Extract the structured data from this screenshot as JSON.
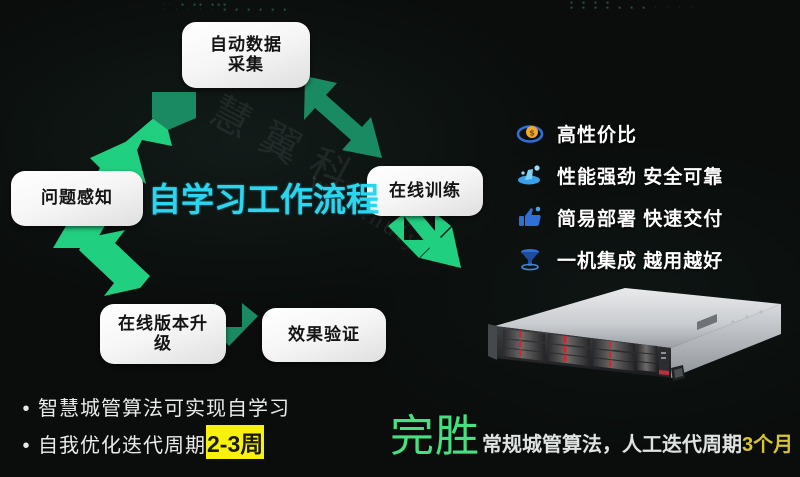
{
  "decor": {
    "dots_left": "·· ▪ ▪▪ ▪▪▪\n· · · · · ▪ ▪ ▪ ▪ ▪ ▪",
    "dots_right": "▪ ▪ ▪ ▪\n▪ ▪ ▪ ▪ ▪ ▪ ▪ · · · ·",
    "watermark_cn": "慧翼科",
    "watermark_url": "www.huiyik",
    "accent_green": "#21cf80",
    "accent_dark_green": "#1a8a63",
    "accent_cyan": "#2ad6ef",
    "highlight_yellow": "#f7f10d",
    "claim_green": "#45e07f",
    "months_gold": "#d8c62c",
    "background": "#0a0d0c"
  },
  "diagram": {
    "center_title": "自学习工作流程",
    "nodes": [
      {
        "id": "collect",
        "label": "自动数据\n采集"
      },
      {
        "id": "train",
        "label": "在线训练"
      },
      {
        "id": "verify",
        "label": "效果验证"
      },
      {
        "id": "upgrade",
        "label": "在线版本升\n级"
      },
      {
        "id": "perceive",
        "label": "问题感知"
      }
    ],
    "arrows": [
      {
        "from": "collect",
        "to": "train",
        "color": "#1a8a63"
      },
      {
        "from": "train",
        "to": "verify",
        "color": "#21cf80"
      },
      {
        "from": "verify",
        "to": "upgrade",
        "color": "#1a8a63"
      },
      {
        "from": "upgrade",
        "to": "perceive",
        "color": "#21cf80"
      },
      {
        "from": "perceive",
        "to": "collect",
        "color": "#21cf80"
      }
    ]
  },
  "features": [
    {
      "icon": "coin-icon",
      "text": "高性价比"
    },
    {
      "icon": "rocket-icon",
      "text": "性能强劲 安全可靠"
    },
    {
      "icon": "thumbs-up-icon",
      "text": "简易部署 快速交付"
    },
    {
      "icon": "server-stack-icon",
      "text": "一机集成  越用越好"
    }
  ],
  "product": {
    "name": "rack-server",
    "drive_columns": 4,
    "drive_rows": 3
  },
  "bullets": [
    {
      "marker": "•",
      "text": "智慧城管算法可实现自学习",
      "highlight": ""
    },
    {
      "marker": "•",
      "text": "自我优化迭代周期",
      "highlight": "2-3周"
    }
  ],
  "claim": {
    "big": "完胜",
    "rest": "常规城管算法，人工迭代周期",
    "months": "3个月"
  }
}
